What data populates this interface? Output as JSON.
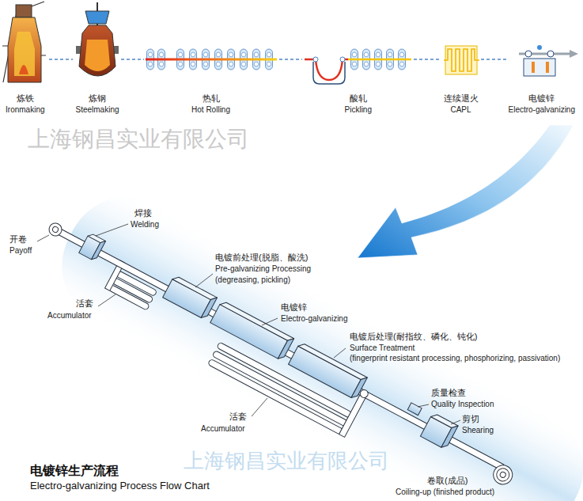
{
  "diagram": {
    "title": "电镀锌生产流程",
    "caption": "Electro-galvanizing Process Flow Chart",
    "nodes": [
      {
        "text": [
          "炼铁",
          "Ironmaking"
        ]
      },
      {
        "text": [
          "炼钢",
          "Steelmaking"
        ]
      },
      {
        "text": [
          "热轧",
          "Hot Rolling"
        ]
      },
      {
        "text": [
          "酸轧",
          "Pickling"
        ]
      },
      {
        "text": [
          "连续退火",
          "CAPL"
        ]
      },
      {
        "text": [
          "电镀锌",
          "Electro-galvanizing"
        ]
      }
    ],
    "edges": [
      {
        "from": 0,
        "to": 1,
        "arrow": "none"
      },
      {
        "from": 1,
        "to": 2,
        "arrow": "none"
      },
      {
        "from": 2,
        "to": 3,
        "arrow": "none"
      },
      {
        "from": 3,
        "to": 4,
        "arrow": "none"
      },
      {
        "from": 4,
        "to": 5,
        "arrow": "none"
      }
    ],
    "labels": [
      "上海钢昌实业有限公司",
      "焊接",
      "Welding",
      "开卷",
      "Payoff",
      "电镀前处理(脱脂、酸洗)",
      "Pre-galvanizing Processing (degreasing, pickling)",
      "活套",
      "Accumulator",
      "电镀锌",
      "Electro-galvanizing",
      "电镀后处理(耐指纹、磷化、钝化)",
      "Surface Treatment",
      "(fingerprint resistant processing, phosphorizing, passivation)",
      "上海钢昌实业有限公司",
      "活套",
      "Accumulator",
      "质量检查",
      "Quality Inspection",
      "剪切",
      "Shearing",
      "卷取(成品)",
      "Coiling-up (finished product)"
    ]
  }
}
